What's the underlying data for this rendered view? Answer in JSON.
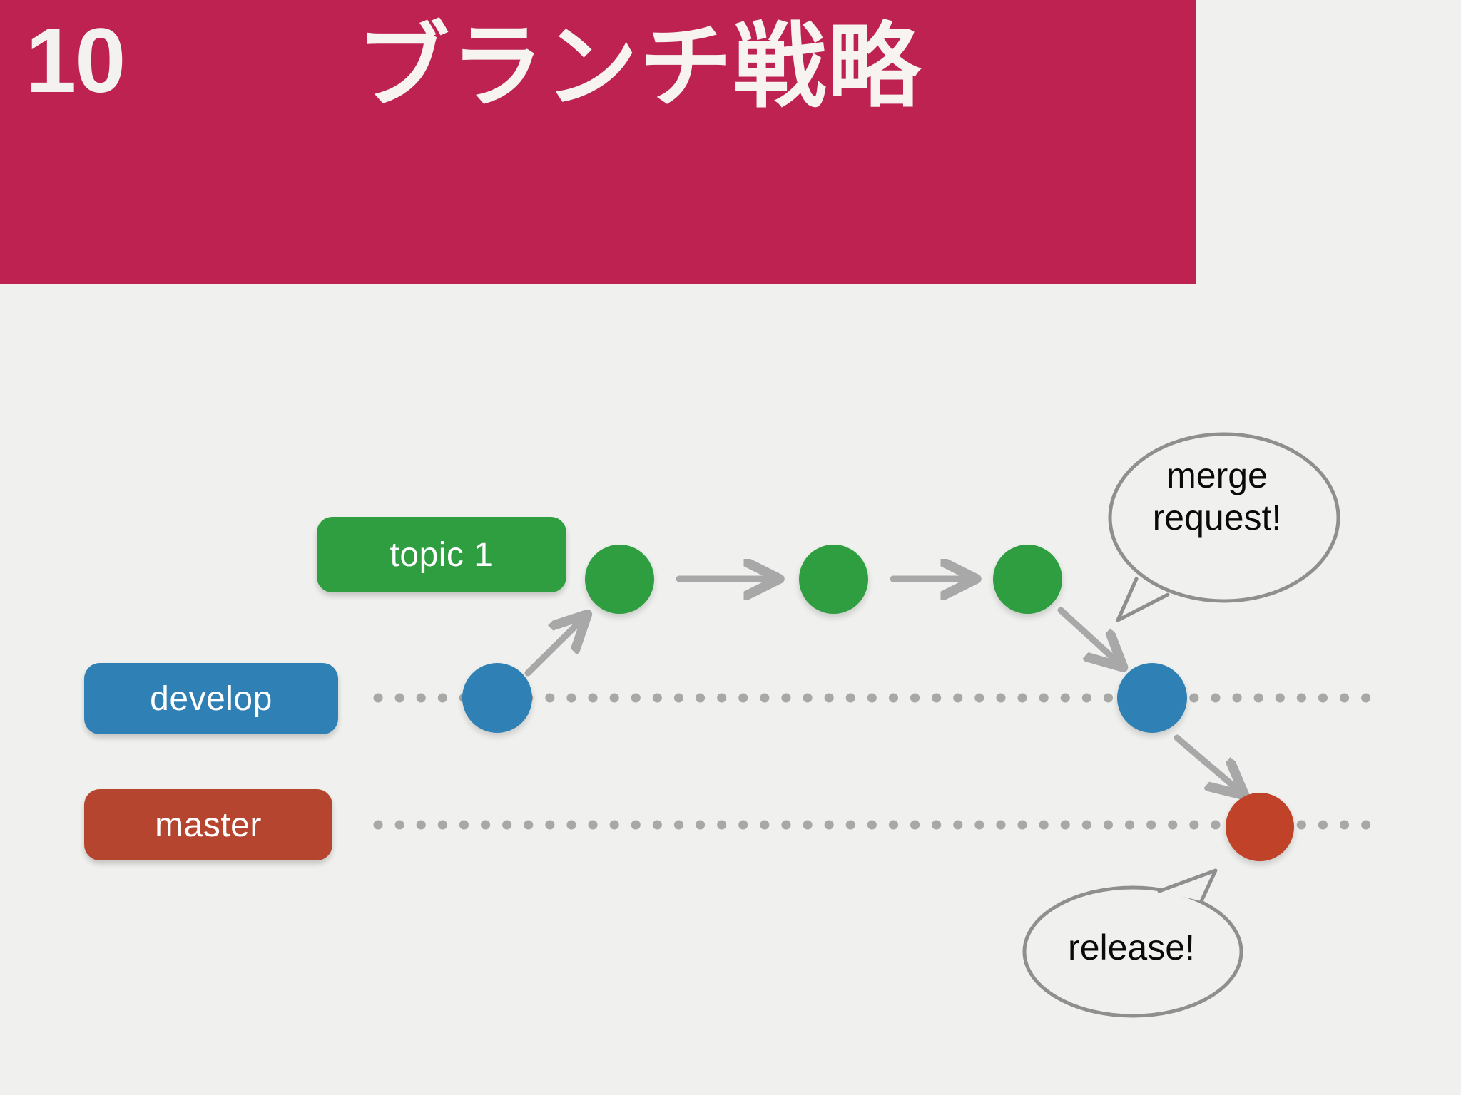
{
  "slide": {
    "number": "10",
    "title": "ブランチ戦略",
    "background_color": "#f0f1ee",
    "header_color": "#be2251",
    "header_text_color": "#f4f2f0"
  },
  "branches": [
    {
      "key": "topic",
      "label": "topic 1",
      "color": "#2e9e40",
      "commit_count": 3
    },
    {
      "key": "develop",
      "label": "develop",
      "color": "#2f80b4",
      "commit_count": 2
    },
    {
      "key": "master",
      "label": "master",
      "color": "#b5452f",
      "commit_count": 1
    }
  ],
  "callouts": [
    {
      "key": "merge-request",
      "line1": "merge",
      "line2": "request!",
      "text": "merge request!",
      "tail_direction": "down-left",
      "stroke_color": "#8f8f8f"
    },
    {
      "key": "release",
      "line1": "release!",
      "line2": "",
      "text": "release!",
      "tail_direction": "up-right",
      "stroke_color": "#8f8f8f"
    }
  ],
  "arrows": {
    "color": "#a8a8a8",
    "list": [
      {
        "key": "branch-off",
        "from": "develop-1",
        "to": "topic-1",
        "direction": "up-right"
      },
      {
        "key": "topic-1-to-2",
        "from": "topic-1",
        "to": "topic-2",
        "direction": "right"
      },
      {
        "key": "topic-2-to-3",
        "from": "topic-2",
        "to": "topic-3",
        "direction": "right"
      },
      {
        "key": "merge-to-develop",
        "from": "topic-3",
        "to": "develop-2",
        "direction": "down-right"
      },
      {
        "key": "release-to-master",
        "from": "develop-2",
        "to": "master-1",
        "direction": "down-right"
      }
    ]
  },
  "timelines": [
    {
      "key": "develop-line",
      "style": "dotted",
      "color": "#a8a8a8"
    },
    {
      "key": "master-line",
      "style": "dotted",
      "color": "#a8a8a8"
    }
  ]
}
